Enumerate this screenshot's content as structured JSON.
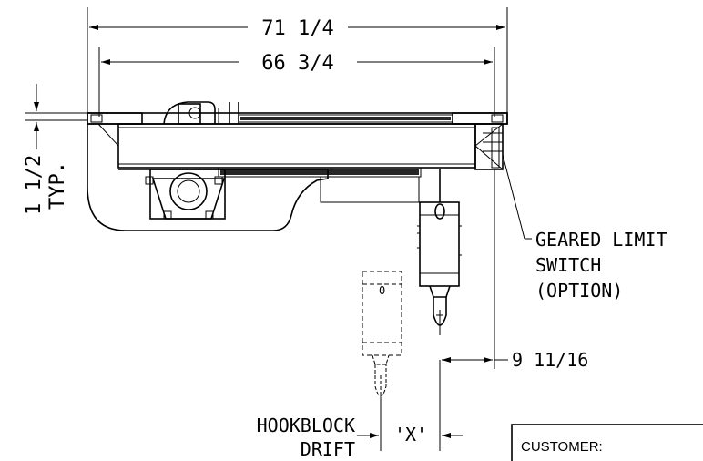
{
  "dimensions": {
    "overall_width": "71 1/4",
    "inner_width": "66 3/4",
    "end_truck_height_line1": "1 1/2",
    "end_truck_height_line2": "TYP.",
    "hook_offset": "9 11/16",
    "drift_symbol": "'X'"
  },
  "notes": {
    "geared_limit_line1": "GEARED LIMIT",
    "geared_limit_line2": "SWITCH",
    "geared_limit_line3": "(OPTION)",
    "hookblock_line1": "HOOKBLOCK",
    "hookblock_line2": "DRIFT",
    "pendant_marker": "0"
  },
  "title_block": {
    "customer_label": "CUSTOMER:"
  }
}
